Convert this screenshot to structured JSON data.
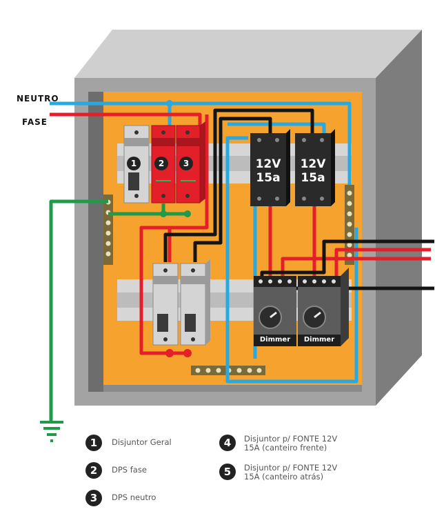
{
  "labels": {
    "neutro": "NEUTRO",
    "fase": "FASE"
  },
  "breaker_numbers": [
    "1",
    "2",
    "3"
  ],
  "power_supplies": [
    {
      "line1": "12V",
      "line2": "15a"
    },
    {
      "line1": "12V",
      "line2": "15a"
    }
  ],
  "dimmers": [
    "Dimmer",
    "Dimmer"
  ],
  "legend": [
    {
      "number": "1",
      "text": "Disjuntor Geral"
    },
    {
      "number": "2",
      "text": "DPS fase"
    },
    {
      "number": "3",
      "text": "DPS neutro"
    },
    {
      "number": "4",
      "text": "Disjuntor p/ FONTE 12V\n15A (canteiro frente)"
    },
    {
      "number": "5",
      "text": "Disjuntor p/ FONTE 12V\n15A (canteiro atrás)"
    }
  ],
  "colors": {
    "neutral_wire": "#29a9e1",
    "phase_wire": "#e3202a",
    "ground_wire": "#1f9a4a",
    "panel": "#f5a22e",
    "enclosure": "#9c9c9c"
  },
  "icons": [
    "ground-icon"
  ]
}
